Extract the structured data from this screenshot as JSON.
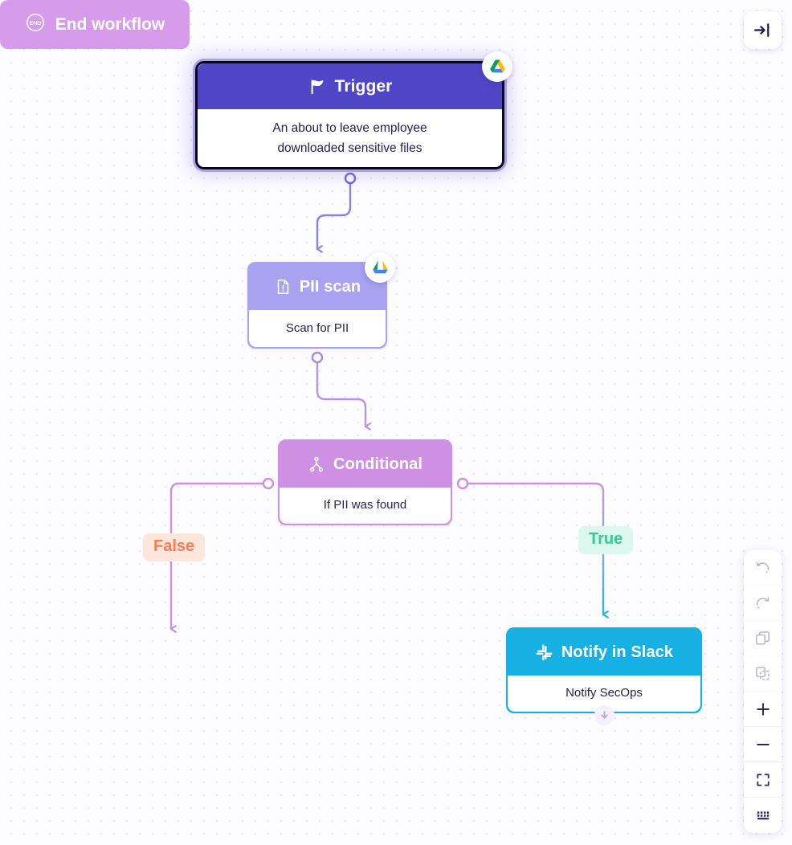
{
  "canvas": {
    "background_color": "#fdfcff",
    "dot_color": "#e4e0f7"
  },
  "panel_toggle": {
    "icon": "collapse-panel-icon",
    "tooltip": "Collapse panel"
  },
  "workflow": {
    "nodes": [
      {
        "id": "trigger",
        "title": "Trigger",
        "description": "An about to leave employee downloaded sensitive files",
        "description_line1": "An about to leave employee",
        "description_line2": "downloaded sensitive files",
        "icon": "flag-icon",
        "app_badge": "google-drive-icon",
        "header_color": "#4f46c8",
        "selected": true
      },
      {
        "id": "pii-scan",
        "title": "PII scan",
        "description": "Scan for PII",
        "icon": "document-alert-icon",
        "app_badge": "google-drive-icon",
        "header_color": "#a9a2f0",
        "selected": false
      },
      {
        "id": "conditional",
        "title": "Conditional",
        "description": "If PII was found",
        "icon": "branch-icon",
        "header_color": "#cd90e2",
        "selected": false
      },
      {
        "id": "notify-slack",
        "title": "Notify in Slack",
        "description": "Notify SecOps",
        "icon": "slack-icon",
        "header_color": "#16b0e3",
        "selected": false
      },
      {
        "id": "end-workflow",
        "title": "End workflow",
        "icon": "end-circle-icon",
        "header_color": "#d79bec",
        "selected": false
      }
    ],
    "branch_labels": {
      "false": "False",
      "true": "True"
    },
    "edges": [
      {
        "from": "trigger",
        "to": "pii-scan",
        "color": "#8b82e8"
      },
      {
        "from": "pii-scan",
        "to": "conditional",
        "color": "#b89ce8"
      },
      {
        "from": "conditional",
        "to": "end-workflow",
        "label": "False",
        "color": "#cd90e2"
      },
      {
        "from": "conditional",
        "to": "notify-slack",
        "label": "True",
        "color": "#16b0e3"
      }
    ],
    "add_node_button": {
      "icon": "arrow-down-circle-icon",
      "label": "Add node"
    }
  },
  "toolbar": {
    "buttons": [
      {
        "name": "undo",
        "icon": "undo-icon",
        "enabled": false
      },
      {
        "name": "redo",
        "icon": "redo-icon",
        "enabled": false
      },
      {
        "name": "copy",
        "icon": "copy-icon",
        "enabled": false
      },
      {
        "name": "paste",
        "icon": "paste-icon",
        "enabled": false
      },
      {
        "name": "zoom-in",
        "icon": "plus-icon",
        "enabled": true
      },
      {
        "name": "zoom-out",
        "icon": "minus-icon",
        "enabled": true
      },
      {
        "name": "fit-screen",
        "icon": "fit-screen-icon",
        "enabled": true
      },
      {
        "name": "shortcuts",
        "icon": "keyboard-icon",
        "enabled": true
      }
    ]
  }
}
